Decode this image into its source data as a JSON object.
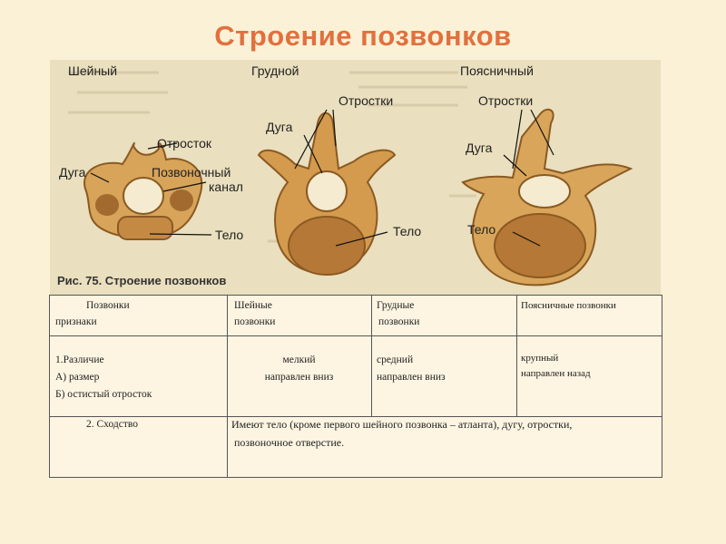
{
  "title": "Строение позвонков",
  "figure": {
    "labels": {
      "cervical": "Шейный",
      "thoracic": "Грудной",
      "lumbar": "Поясничный",
      "c_process": "Отросток",
      "c_arch": "Дуга",
      "c_canal_1": "Позвоночный",
      "c_canal_2": "канал",
      "c_body": "Тело",
      "t_processes": "Отростки",
      "t_arch": "Дуга",
      "t_body": "Тело",
      "l_processes": "Отростки",
      "l_arch": "Дуга",
      "l_body": "Тело"
    },
    "caption": "Рис. 75. Строение позвонков"
  },
  "table": {
    "header": {
      "c1_line1": "Позвонки",
      "c1_line2": "признаки",
      "c2_line1": "Шейные",
      "c2_line2": "позвонки",
      "c3_line1": "Грудные",
      "c3_line2": "позвонки",
      "c4": "Поясничные позвонки"
    },
    "row1": {
      "c1_line1": "1.Различие",
      "c1_line2": "А) размер",
      "c1_line3": "Б) остистый отросток",
      "c2_line1": "мелкий",
      "c2_line2": "направлен вниз",
      "c3_line1": "средний",
      "c3_line2": "направлен вниз",
      "c4_line1": "крупный",
      "c4_line2": "направлен назад"
    },
    "row2": {
      "c1": "2. Сходство",
      "c2_line1": "Имеют тело (кроме первого шейного позвонка – атланта), дугу, отростки,",
      "c2_line2": "позвоночное отверстие."
    }
  }
}
